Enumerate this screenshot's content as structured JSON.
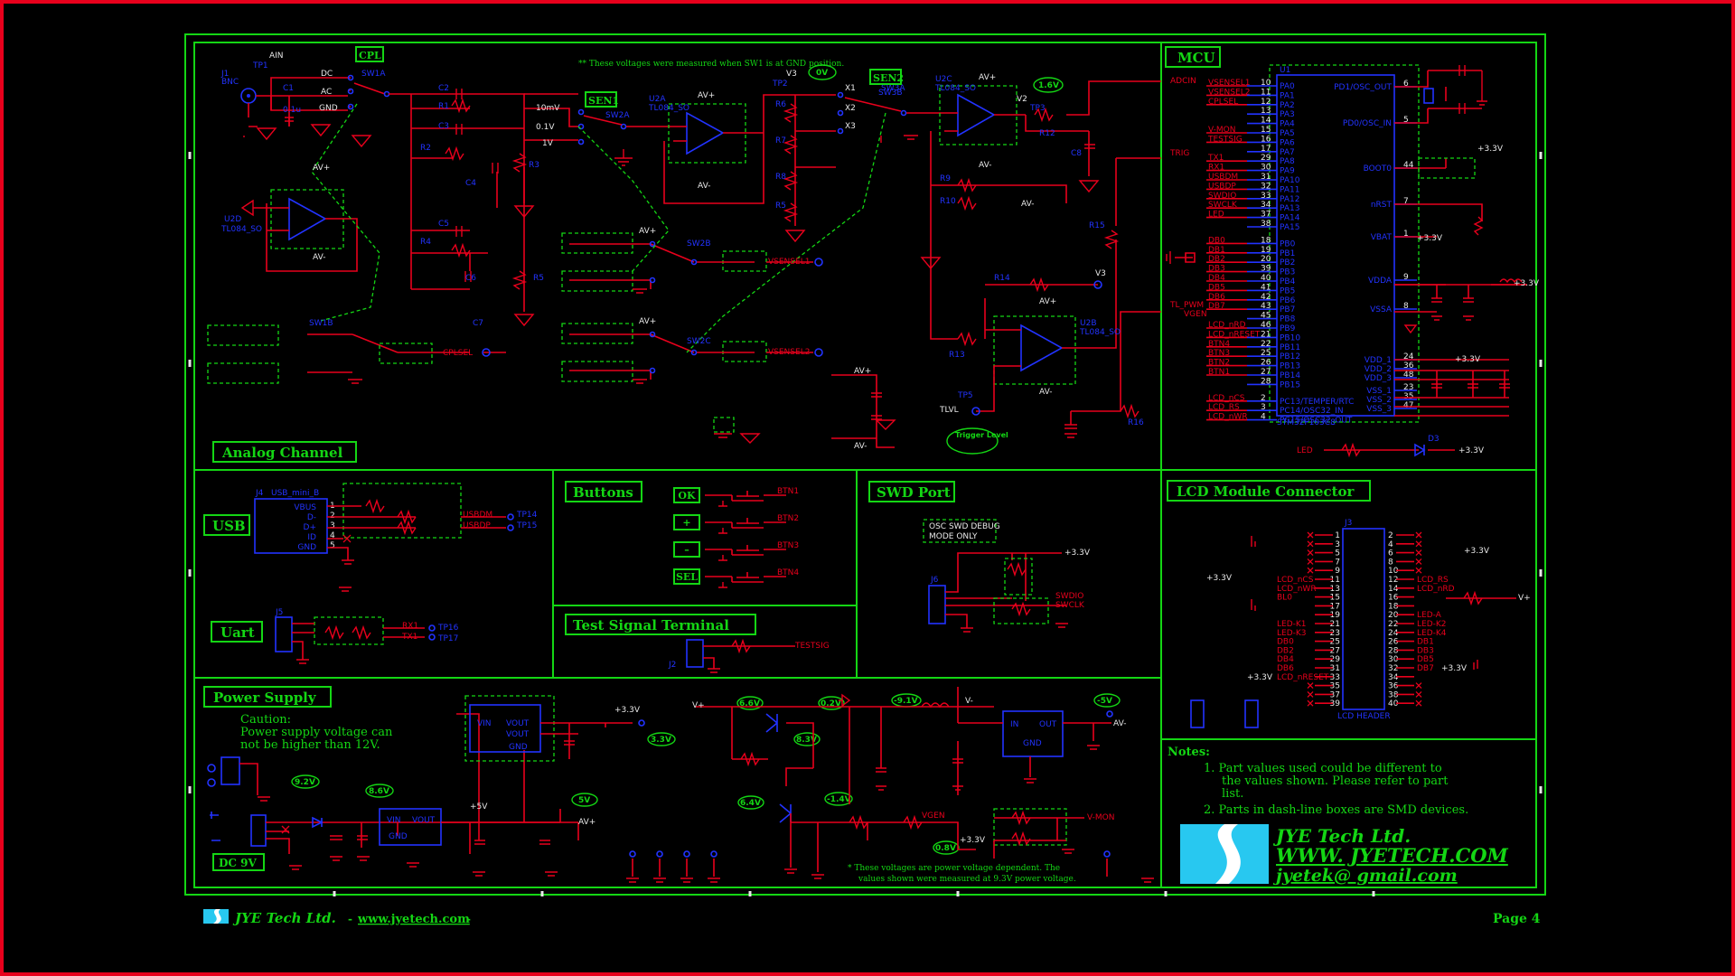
{
  "colors": {
    "wire": "#e8001c",
    "component": "#2233ff",
    "border": "#14d614",
    "background": "#000000"
  },
  "sections": {
    "analog": "Analog Channel",
    "mcu": "MCU",
    "usb": "USB",
    "uart": "Uart",
    "buttons": "Buttons",
    "swd": "SWD Port",
    "lcd": "LCD Module Connector",
    "test_signal": "Test Signal Terminal",
    "power": "Power Supply",
    "dc9v": "DC 9V",
    "cpl": "CPL",
    "sen1": "SEN1",
    "sen2": "SEN2"
  },
  "analog": {
    "ain": "AIN",
    "j1": "J1",
    "bnc": "BNC",
    "tp1": "TP1",
    "dc": "DC",
    "ac": "AC",
    "gnd": "GND",
    "sw1a": "SW1A",
    "c1": "C1",
    "c1v": "0.1u",
    "measure_note": "** These voltages were measured when SW1 is at GND position.",
    "v_10mv": "10mV",
    "v_01": "0.1V",
    "v_1": "1V",
    "sw2a": "SW2A",
    "u2a": "U2A",
    "u2a_part": "TL084_SO",
    "tp2": "TP2",
    "v3": "V3",
    "ov": "0V",
    "x1": "X1",
    "x2": "X2",
    "x3": "X3",
    "sw3a": "SW3A",
    "u2c": "U2C",
    "u2c_part": "TL084_SO",
    "v2": "V2",
    "v16": "1.6V",
    "tp3": "TP3",
    "av_plus": "AV+",
    "av_minus": "AV-",
    "sw1b": "SW1B",
    "sw2b": "SW2B",
    "sw2c": "SW2C",
    "sw3b": "SW3B",
    "u2d": "U2D",
    "u2d_part": "TL084_SO",
    "u2b": "U2B",
    "u2b_part": "TL084_SO",
    "vsensel1": "VSENSEL1",
    "vsensel2": "VSENSEL2",
    "cplsel": "CPLSEL",
    "tlvl": "TLVL",
    "trigger_level": "Trigger Level",
    "tp5": "TP5",
    "adcin": "ADCIN",
    "trig": "TRIG",
    "tl_pwm": "TL_PWM",
    "vgen": "VGEN"
  },
  "mcu": {
    "u1": "U1",
    "left_nets": [
      "VSENSEL1",
      "VSENSEL2",
      "CPLSEL",
      "",
      "",
      "V-MON",
      "TESTSIG",
      "",
      "TX1",
      "RX1",
      "USBDM",
      "USBDP",
      "SWDIO",
      "SWCLK",
      "LED",
      "",
      "DB0",
      "DB1",
      "DB2",
      "DB3",
      "DB4",
      "DB5",
      "DB6",
      "DB7",
      "",
      "LCD_nRD",
      "LCD_nRESET",
      "BTN4",
      "BTN3",
      "BTN2",
      "BTN1",
      "",
      "LCD_nCS",
      "LCD_RS",
      "LCD_nWR"
    ],
    "pin_nums": [
      "10",
      "11",
      "12",
      "13",
      "14",
      "15",
      "16",
      "17",
      "29",
      "30",
      "31",
      "32",
      "33",
      "34",
      "37",
      "38",
      "18",
      "19",
      "20",
      "39",
      "40",
      "41",
      "42",
      "43",
      "45",
      "46",
      "21",
      "22",
      "25",
      "26",
      "27",
      "28",
      "2",
      "3",
      "4"
    ],
    "pins": [
      "PA0",
      "PA1",
      "PA2",
      "PA3",
      "PA4",
      "PA5",
      "PA6",
      "PA7",
      "PA8",
      "PA9",
      "PA10",
      "PA11",
      "PA12",
      "PA13",
      "PA14",
      "PA15",
      "PB0",
      "PB1",
      "PB2",
      "PB3",
      "PB4",
      "PB5",
      "PB6",
      "PB7",
      "PB8",
      "PB9",
      "PB10",
      "PB11",
      "PB12",
      "PB13",
      "PB14",
      "PB15",
      "PC13/TEMPER/RTC",
      "PC14/OSC32_IN",
      "PC15/OSC32_OUT"
    ],
    "right_pins": [
      "PD1/OSC_OUT",
      "PD0/OSC_IN",
      "BOOT0",
      "nRST",
      "VBAT",
      "VDDA",
      "VSSA",
      "VDD_1",
      "VDD_2",
      "VDD_3",
      "VSS_1",
      "VSS_2",
      "VSS_3"
    ],
    "right_nums": [
      "6",
      "5",
      "44",
      "7",
      "1",
      "9",
      "8",
      "24",
      "36",
      "48",
      "23",
      "35",
      "47"
    ],
    "part": "STM32F103C8",
    "v33": "+3.3V",
    "led": "LED",
    "d3": "D3"
  },
  "usb": {
    "j4": "J4",
    "conn": "USB_mini_B",
    "pins": [
      "VBUS",
      "D-",
      "D+",
      "ID",
      "GND"
    ],
    "nets": [
      "USBDM",
      "USBDP"
    ],
    "tp": [
      "TP14",
      "TP15"
    ]
  },
  "uart": {
    "j5": "J5",
    "nets": [
      "RX1",
      "TX1"
    ],
    "tp": [
      "TP16",
      "TP17"
    ]
  },
  "buttons": {
    "labels": [
      "OK",
      "+",
      "–",
      "SEL"
    ],
    "nets": [
      "BTN1",
      "BTN2",
      "BTN3",
      "BTN4"
    ]
  },
  "swd": {
    "note1": "OSC SWD DEBUG",
    "note2": "MODE ONLY",
    "nets": [
      "SWDIO",
      "SWCLK"
    ],
    "v33": "+3.3V",
    "j6": "J6"
  },
  "test_signal": {
    "net": "TESTSIG",
    "j2": "J2"
  },
  "lcd": {
    "j3": "J3",
    "part": "LCD HEADER",
    "left": [
      "LCD_nCS",
      "LCD_nWR",
      "BL0",
      "",
      "LED-K1",
      "LED-K3",
      "DB0",
      "DB2",
      "DB4",
      "DB6",
      "LCD_nRESET"
    ],
    "right": [
      "LCD_RS",
      "LCD_nRD",
      "LED-A",
      "LED-K2",
      "LED-K4",
      "DB1",
      "DB3",
      "DB5",
      "DB7"
    ],
    "v33": "+3.3V",
    "vplus": "V+"
  },
  "power": {
    "caution_title": "Caution:",
    "caution_1": "Power supply voltage can",
    "caution_2": "not  be higher than 12V.",
    "v_92": "9.2V",
    "v_86": "8.6V",
    "v_5": "5V",
    "v_33": "3.3V",
    "v_66": "6.6V",
    "v_02": "0.2V",
    "v_m91": "-9.1V",
    "v_m5": "-5V",
    "v_83": "8.3V",
    "v_64": "6.4V",
    "v_m14": "-1.4V",
    "v_08": "0.8V",
    "u4_pins": [
      "VIN",
      "VOUT",
      "GND"
    ],
    "u6": [
      "VIN",
      "VOUT",
      "GND"
    ],
    "u7": [
      "IN",
      "OUT",
      "GND"
    ],
    "plus5": "+5V",
    "plus33": "+3.3V",
    "av_plus": "AV+",
    "av_minus": "AV-",
    "vminus": "V-",
    "vplus": "V+",
    "vgen": "VGEN",
    "vmon": "V-MON",
    "footnote_1": "* These voltages are power voltage dependent. The",
    "footnote_2": "values shown were measured at 9.3V power voltage."
  },
  "notes": {
    "title": "Notes:",
    "n1a": "1.  Part values used  could be different to",
    "n1b": "the  values shown. Please refer to part",
    "n1c": "list.",
    "n2": "2.  Parts in dash-line boxes are SMD devices."
  },
  "brand": {
    "company": "JYE Tech Ltd.",
    "url": "WWW. JYETECH.COM",
    "email": "jyetek@ gmail.com"
  },
  "footer": {
    "company": "JYE Tech Ltd.",
    "sep": " - ",
    "url": "www.jyetech.com",
    "page": "Page 4"
  }
}
